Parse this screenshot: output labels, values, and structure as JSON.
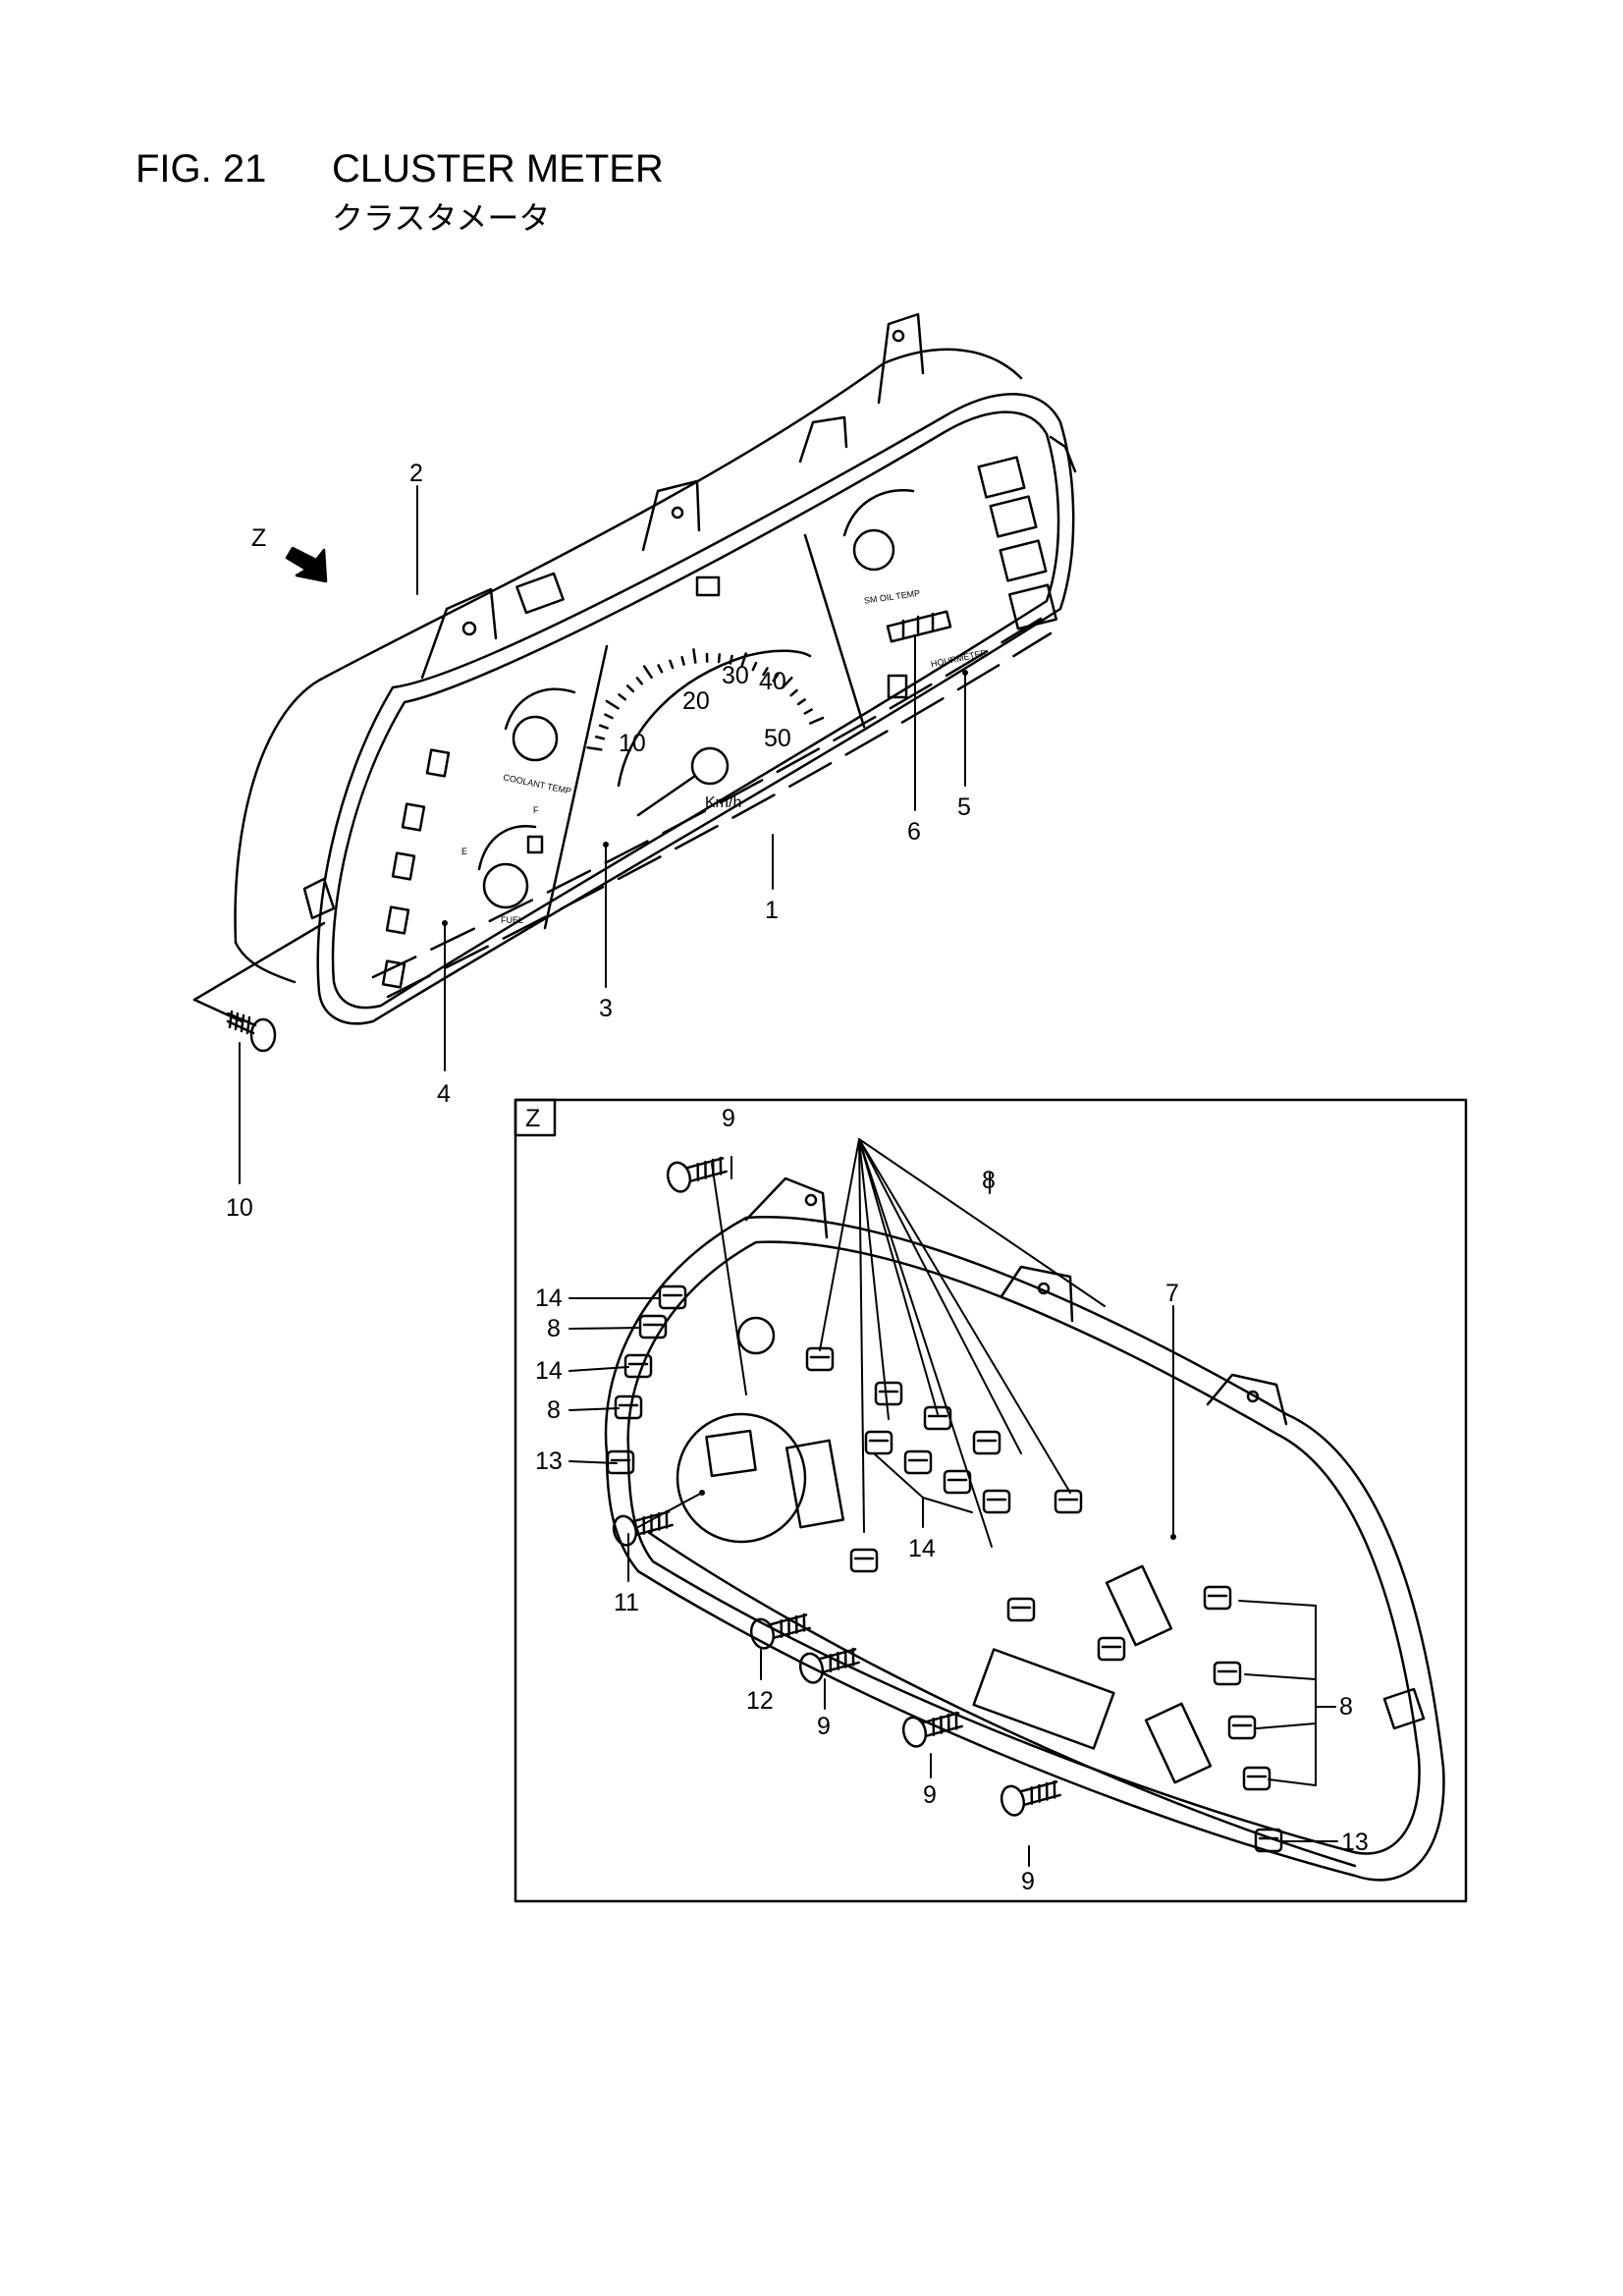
{
  "header": {
    "figure_number": "FIG. 21",
    "title": "CLUSTER METER",
    "subtitle_jp": "クラスタメータ"
  },
  "main_view": {
    "view_arrow_label": "Z",
    "gauge_labels": {
      "coolant": "COOLANT TEMP",
      "fuel": "FUEL",
      "fuel_empty": "E",
      "fuel_full": "F",
      "oil": "SM OIL TEMP",
      "hourmeter": "HOURMETER",
      "speed_unit": "Km/h"
    },
    "speed_ticks": [
      "10",
      "20",
      "30",
      "40",
      "50"
    ],
    "callouts": {
      "c1": "1",
      "c2": "2",
      "c3": "3",
      "c4": "4",
      "c5": "5",
      "c6": "6",
      "c10": "10"
    }
  },
  "detail_view": {
    "label": "Z",
    "callouts": {
      "c9a": "9",
      "c8a": "8",
      "c7": "7",
      "c14a": "14",
      "c8b": "8",
      "c14b": "14",
      "c8c": "8",
      "c13a": "13",
      "c14c": "14",
      "c11": "11",
      "c12": "12",
      "c9b": "9",
      "c9c": "9",
      "c9d": "9",
      "c8d": "8",
      "c13b": "13"
    }
  }
}
